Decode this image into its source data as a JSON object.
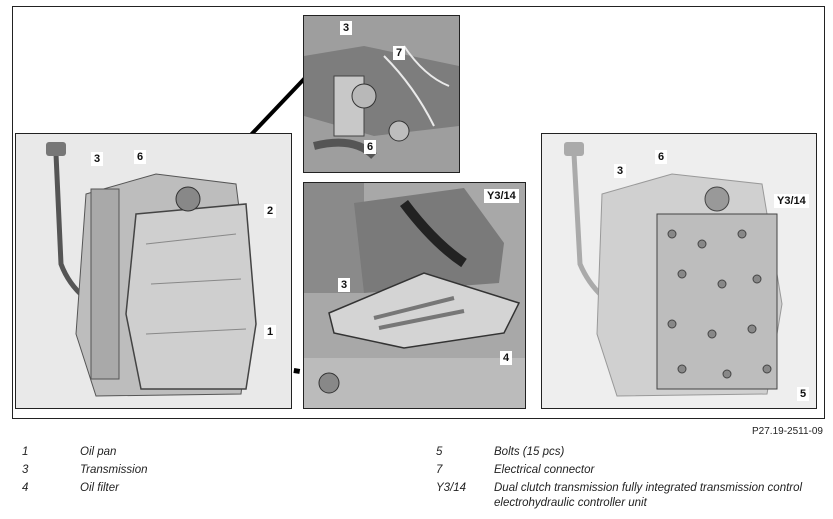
{
  "callouts": {
    "left": [
      "3",
      "6",
      "2",
      "1"
    ],
    "top": [
      "3",
      "7",
      "6"
    ],
    "middle": [
      "Y3/14",
      "3",
      "4"
    ],
    "right": [
      "3",
      "6",
      "Y3/14",
      "5"
    ]
  },
  "reference": "P27.19-2511-09",
  "legend": [
    {
      "num": "1",
      "text": "Oil pan"
    },
    {
      "num": "3",
      "text": "Transmission"
    },
    {
      "num": "4",
      "text": "Oil filter"
    },
    {
      "num": "5",
      "text": "Bolts (15 pcs)"
    },
    {
      "num": "7",
      "text": "Electrical connector"
    },
    {
      "num": "Y3/14",
      "text": "Dual clutch transmission fully integrated transmission control",
      "text2": "electrohydraulic controller unit"
    }
  ]
}
